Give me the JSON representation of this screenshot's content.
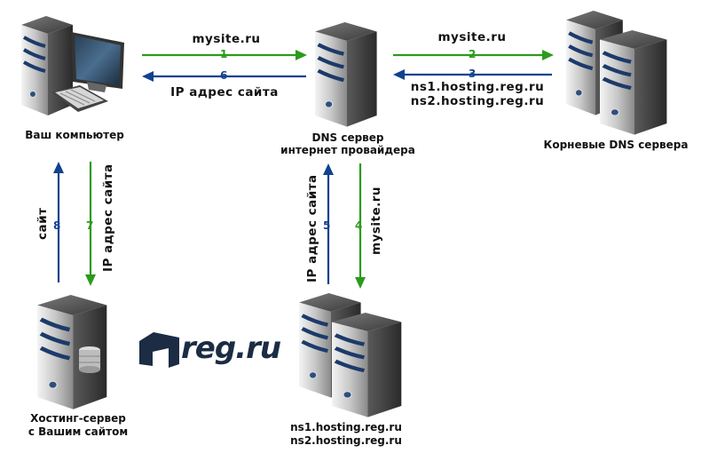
{
  "nodes": {
    "computer_label": "Ваш компьютер",
    "dns_provider_label_1": "DNS сервер",
    "dns_provider_label_2": "интернет провайдера",
    "root_dns_label": "Корневые DNS сервера",
    "hosting_label_1": "Хостинг-сервер",
    "hosting_label_2": "с Вашим сайтом",
    "ns_label_1": "ns1.hosting.reg.ru",
    "ns_label_2": "ns2.hosting.reg.ru"
  },
  "arrows": [
    {
      "num": "1",
      "text": "mysite.ru",
      "color": "#2c9a1c"
    },
    {
      "num": "2",
      "text": "mysite.ru",
      "color": "#2c9a1c"
    },
    {
      "num": "3",
      "text_1": "ns1.hosting.reg.ru",
      "text_2": "ns2.hosting.reg.ru",
      "color": "#10428e"
    },
    {
      "num": "4",
      "text": "mysite.ru",
      "color": "#2c9a1c"
    },
    {
      "num": "5",
      "text": "IP адрес сайта",
      "color": "#10428e"
    },
    {
      "num": "6",
      "text": "IP адрес сайта",
      "color": "#10428e"
    },
    {
      "num": "7",
      "text": "IP адрес сайта",
      "color": "#2c9a1c"
    },
    {
      "num": "8",
      "text": "сайт",
      "color": "#10428e"
    }
  ],
  "logo": {
    "text": "reg.ru"
  }
}
